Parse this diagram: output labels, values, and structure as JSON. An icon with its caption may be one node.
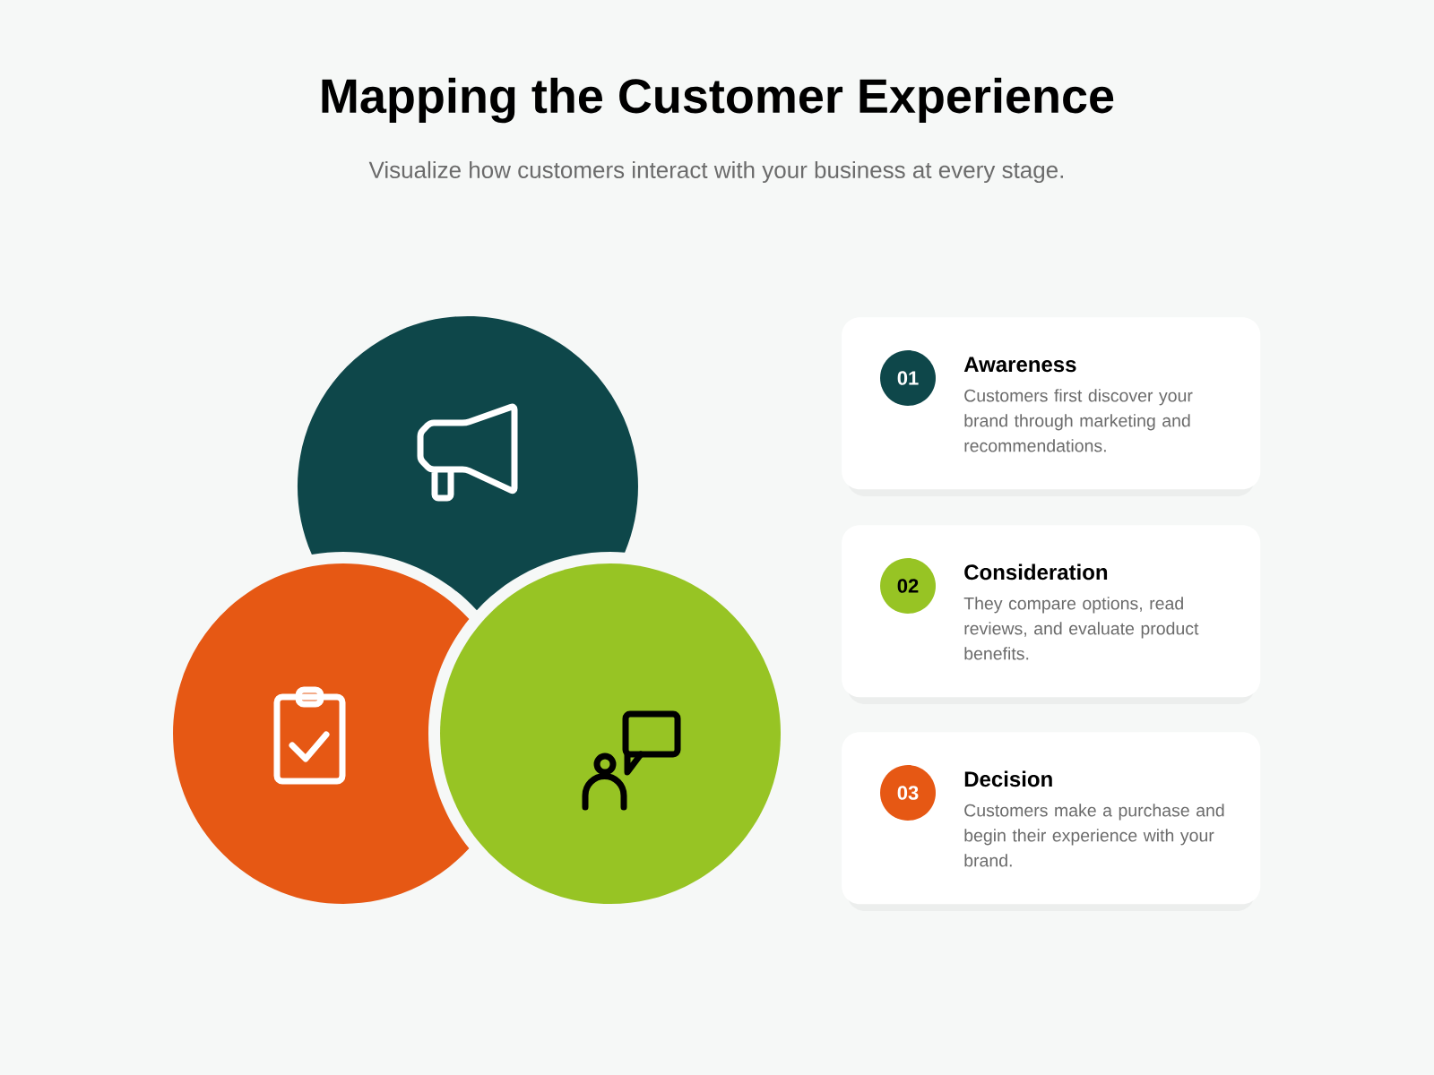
{
  "diagram": {
    "title": "Mapping the Customer Experience",
    "nodes": [
      {
        "text": [],
        "shape": "circle"
      },
      {
        "text": [],
        "shape": "circle"
      },
      {
        "text": [],
        "shape": "circle"
      },
      {
        "text": [
          "Awareness",
          "Customers first discover your brand through marketing and recommendations."
        ]
      },
      {
        "text": [
          "01"
        ],
        "in": 3
      },
      {
        "text": [
          "Consideration",
          "They compare options, read reviews, and evaluate product benefits."
        ]
      },
      {
        "text": [
          "02"
        ],
        "in": 5
      },
      {
        "text": [
          "Decision",
          "Customers make a purchase and begin their experience with your brand."
        ]
      },
      {
        "text": [
          "03"
        ],
        "in": 7
      }
    ],
    "labels": [
      "Visualize how customers interact with your business at every stage."
    ]
  }
}
